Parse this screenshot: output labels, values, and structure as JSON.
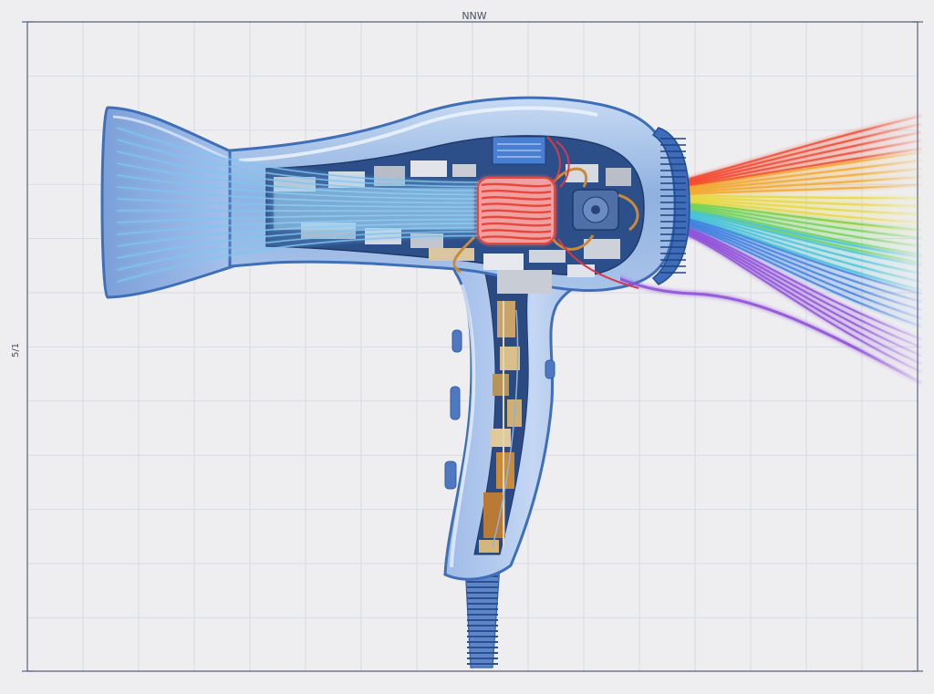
{
  "labels": {
    "top": "NNW",
    "left": "5/1"
  },
  "colors": {
    "background": "#eeeef0",
    "grid": "#d8dbe3",
    "frame": "#5a607a",
    "body_blue": "#7fa2d6",
    "body_outline": "#3f6fb8",
    "heating_coil": "#e8463a",
    "copper": "#c98a3a",
    "circuit_board": "#2c4f8a"
  },
  "airflow": {
    "intake_color": "#7fc4f2",
    "exhaust_colors": [
      "#f2452a",
      "#f3a62b",
      "#e8d73a",
      "#6fd154",
      "#43c2d6",
      "#3d7fe0",
      "#8e4fd8"
    ]
  },
  "icons": [
    "hair-dryer-illustration",
    "heating-coil",
    "fan-motor",
    "circuit-board",
    "power-cord"
  ]
}
